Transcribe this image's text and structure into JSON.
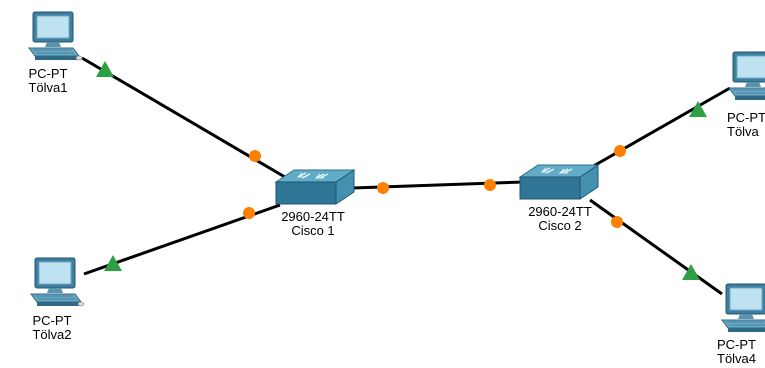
{
  "colors": {
    "link": "#000000",
    "link_up": "#2ea043",
    "port_orange": "#ff7f00",
    "switch_top": "#5fa9c4",
    "switch_front": "#2d6f8f",
    "switch_side": "#3f89a8",
    "pc_screen": "#a9d6ea",
    "pc_body": "#4a8fb1"
  },
  "devices": [
    {
      "id": "pc1",
      "type": "pc",
      "icon": "pc-icon",
      "model": "PC-PT",
      "name": "Tölva1"
    },
    {
      "id": "pc2",
      "type": "pc",
      "icon": "pc-icon",
      "model": "PC-PT",
      "name": "Tölva2"
    },
    {
      "id": "pc3",
      "type": "pc",
      "icon": "pc-icon",
      "model": "PC-PT",
      "name": "Tölva"
    },
    {
      "id": "pc4",
      "type": "pc",
      "icon": "pc-icon",
      "model": "PC-PT",
      "name": "Tölva4"
    },
    {
      "id": "sw1",
      "type": "switch",
      "icon": "switch-icon",
      "model": "2960-24TT",
      "name": "Cisco 1"
    },
    {
      "id": "sw2",
      "type": "switch",
      "icon": "switch-icon",
      "model": "2960-24TT",
      "name": "Cisco 2"
    }
  ],
  "links": [
    {
      "from": "pc1",
      "to": "sw1",
      "from_state": "up",
      "to_state": "amber"
    },
    {
      "from": "pc2",
      "to": "sw1",
      "from_state": "up",
      "to_state": "amber"
    },
    {
      "from": "sw1",
      "to": "sw2",
      "from_state": "amber",
      "to_state": "amber"
    },
    {
      "from": "pc3",
      "to": "sw2",
      "from_state": "up",
      "to_state": "amber"
    },
    {
      "from": "pc4",
      "to": "sw2",
      "from_state": "up",
      "to_state": "amber"
    }
  ]
}
